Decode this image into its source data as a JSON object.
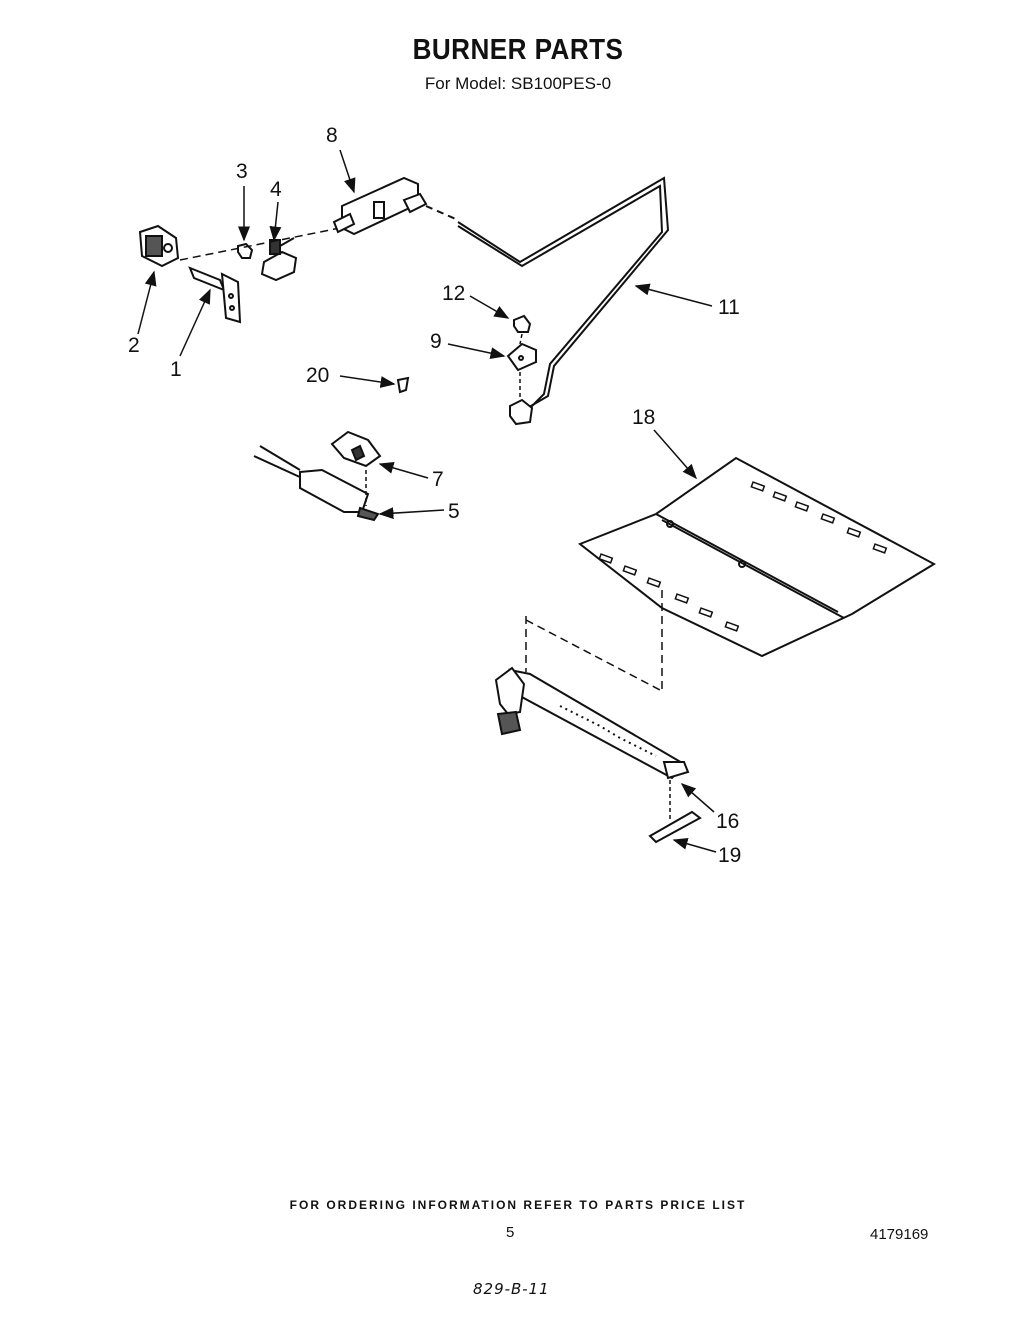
{
  "header": {
    "title": "BURNER PARTS",
    "model_line": "For Model: SB100PES-0"
  },
  "callouts": [
    "8",
    "3",
    "4",
    "2",
    "1",
    "12",
    "11",
    "9",
    "20",
    "18",
    "7",
    "5",
    "16",
    "19"
  ],
  "footer": {
    "ordering_note": "FOR ORDERING INFORMATION REFER TO PARTS PRICE LIST",
    "page_number": "5",
    "document_number": "4179169",
    "handwritten_note": "829-B-11"
  }
}
